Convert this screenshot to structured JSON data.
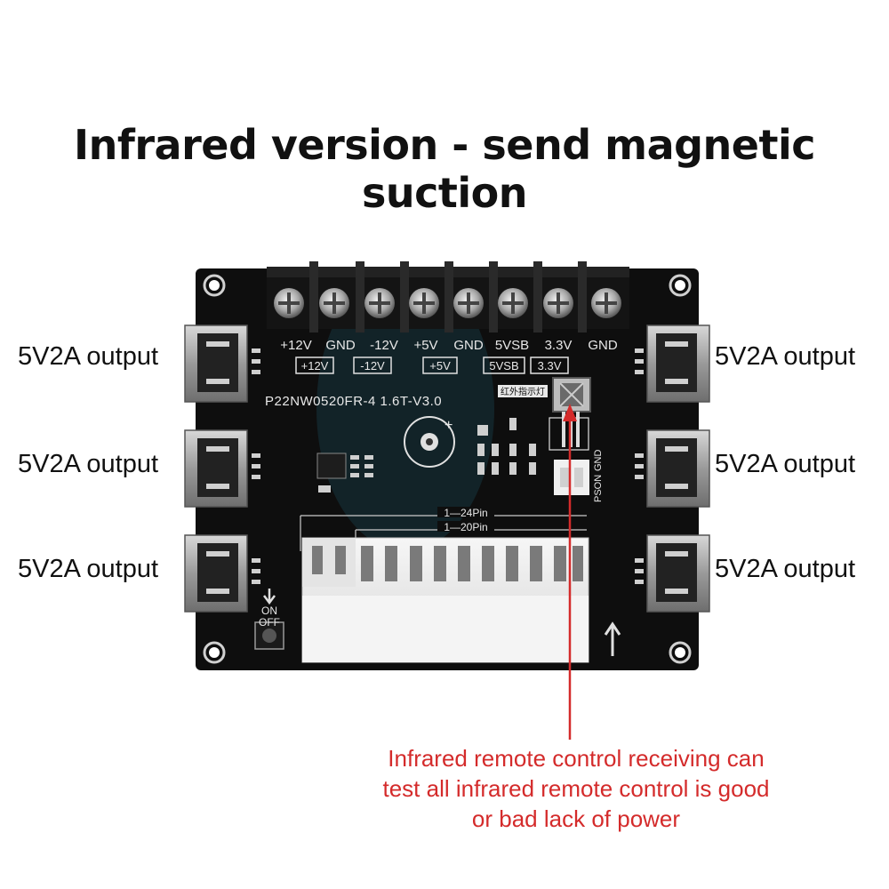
{
  "title": "Infrared version - send magnetic suction",
  "usb_labels": {
    "left_top": "5V2A output",
    "left_middle": "5V2A output",
    "left_bottom": "5V2A output",
    "right_top": "5V2A output",
    "right_middle": "5V2A output",
    "right_bottom": "5V2A output"
  },
  "board": {
    "terminal_labels": [
      "+12V",
      "GND",
      "-12V",
      "+5V",
      "GND",
      "5VSB",
      "3.3V",
      "GND"
    ],
    "test_pads": [
      "+12V",
      "-12V",
      "+5V",
      "5VSB",
      "3.3V"
    ],
    "model": "P22NW0520FR-4  1.6T-V3.0",
    "ir_indicator": "红外指示灯",
    "pin_24": "1—24Pin",
    "pin_20": "1—20Pin",
    "pson": "PSON",
    "gnd_side": "GND",
    "switch_on": "ON",
    "switch_off": "OFF"
  },
  "caption": {
    "line1": "Infrared remote control receiving can",
    "line2": "test all infrared remote control is good",
    "line3": "or bad lack of power"
  },
  "colors": {
    "board": "#0e0e0e",
    "annotation": "#d42b2b"
  }
}
